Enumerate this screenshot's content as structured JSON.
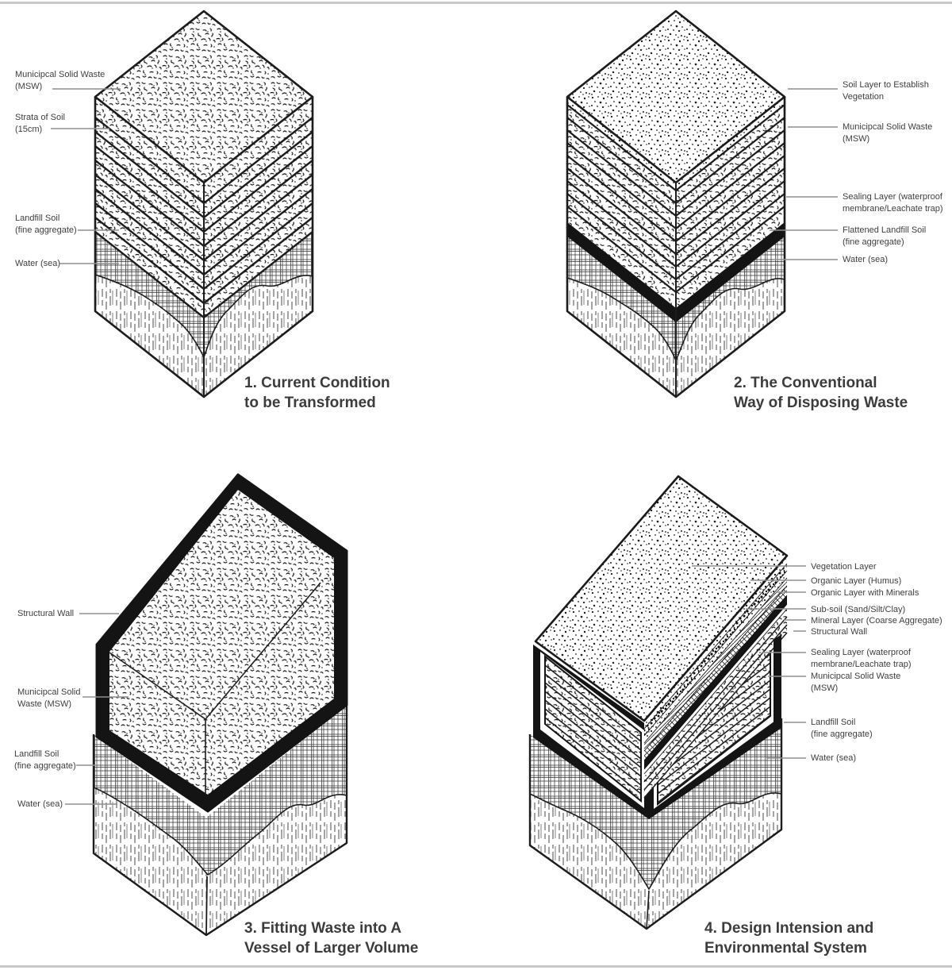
{
  "colors": {
    "ink": "#1c1c1c",
    "wall_black": "#141414",
    "label_text": "#3e3e3e",
    "leader_line": "#8f8f8f",
    "frame_border": "#c8c8c8",
    "background": "#ffffff"
  },
  "d1": {
    "caption": [
      "1. Current Condition",
      "to be Transformed"
    ],
    "labels": {
      "msw": [
        "Municipcal Solid Waste",
        "(MSW)"
      ],
      "strata": [
        "Strata of Soil",
        "(15cm)"
      ],
      "landfill": [
        "Landfill Soil",
        "(fine aggregate)"
      ],
      "water": [
        "Water (sea)"
      ]
    }
  },
  "d2": {
    "caption": [
      "2. The Conventional",
      "Way of Disposing Waste"
    ],
    "labels": {
      "soil": [
        "Soil Layer to Establish",
        "Vegetation"
      ],
      "msw": [
        "Municipcal Solid Waste",
        "(MSW)"
      ],
      "sealing": [
        "Sealing Layer (waterproof",
        "membrane/Leachate trap)"
      ],
      "flattened": [
        "Flattened Landfill Soil",
        "(fine aggregate)"
      ],
      "water": [
        "Water (sea)"
      ]
    }
  },
  "d3": {
    "caption": [
      "3. Fitting Waste into A",
      "Vessel of Larger Volume"
    ],
    "labels": {
      "wall": [
        "Structural Wall"
      ],
      "msw": [
        "Municipcal Solid",
        "Waste (MSW)"
      ],
      "landfill": [
        "Landfill Soil",
        "(fine aggregate)"
      ],
      "water": [
        "Water (sea)"
      ]
    }
  },
  "d4": {
    "caption": [
      "4. Design Intension and",
      "Environmental System"
    ],
    "labels": {
      "vegetation": [
        "Vegetation Layer"
      ],
      "humus": [
        "Organic Layer (Humus)"
      ],
      "minerals": [
        "Organic Layer with Minerals"
      ],
      "subsoil": [
        "Sub-soil (Sand/Silt/Clay)"
      ],
      "mineral": [
        "Mineral Layer (Coarse Aggregate)"
      ],
      "wall": [
        "Structural Wall"
      ],
      "sealing": [
        "Sealing Layer (waterproof",
        "membrane/Leachate trap)"
      ],
      "msw": [
        "Municipcal Solid Waste",
        "(MSW)"
      ],
      "landfill": [
        "Landfill Soil",
        "(fine aggregate)"
      ],
      "water": [
        "Water (sea)"
      ]
    }
  }
}
